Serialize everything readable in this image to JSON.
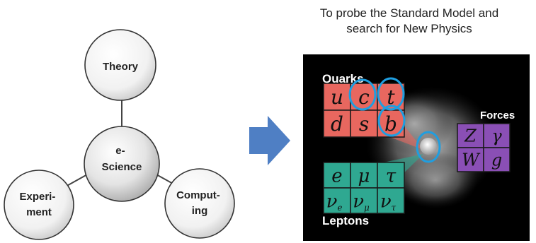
{
  "caption": {
    "line1": "To probe the Standard Model and",
    "line2": "search for New Physics"
  },
  "diagram": {
    "center": "e-\nScience",
    "nodes": [
      "Theory",
      "Experi-\nment",
      "Comput-\ning"
    ]
  },
  "particles": {
    "quarks_label": "Quarks",
    "forces_label": "Forces",
    "leptons_label": "Leptons",
    "quarks": [
      "u",
      "c",
      "t",
      "d",
      "s",
      "b"
    ],
    "forces": [
      "Z",
      "γ",
      "W",
      "g"
    ],
    "leptons_top": [
      "e",
      "μ",
      "τ"
    ],
    "leptons_bottom": [
      {
        "base": "ν",
        "sub": "e"
      },
      {
        "base": "ν",
        "sub": "μ"
      },
      {
        "base": "ν",
        "sub": "τ"
      }
    ]
  },
  "colors": {
    "quark": "#e8675f",
    "force": "#8a4fb5",
    "lepton": "#2fa891",
    "highlight": "#1f9ee0",
    "arrow": "#4f7fc4"
  }
}
